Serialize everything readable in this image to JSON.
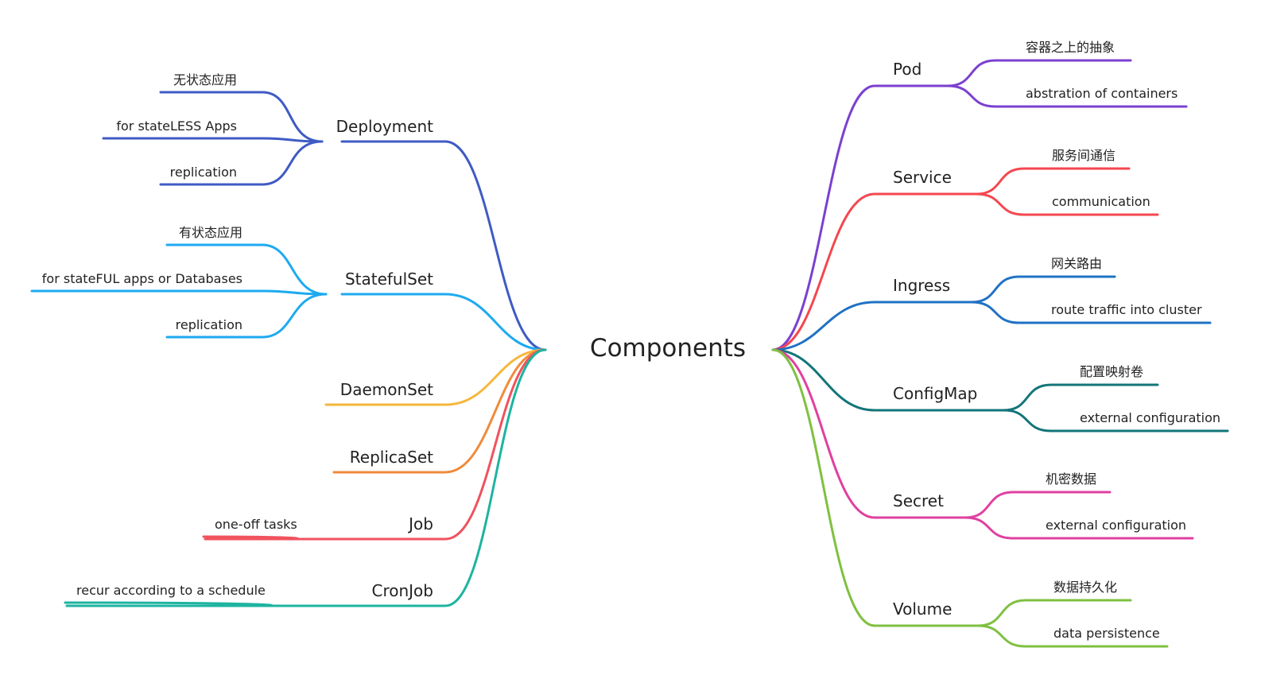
{
  "root": {
    "label": "Components"
  },
  "left_branches": [
    {
      "label": "Deployment",
      "color": "#3f5bc4",
      "children": [
        "无状态应用",
        "for stateLESS Apps",
        "replication"
      ]
    },
    {
      "label": "StatefulSet",
      "color": "#1eaaf0",
      "children": [
        "有状态应用",
        "for stateFUL apps or Databases",
        "replication"
      ]
    },
    {
      "label": "DaemonSet",
      "color": "#f6b73c",
      "children": []
    },
    {
      "label": "ReplicaSet",
      "color": "#f18a3a",
      "children": []
    },
    {
      "label": "Job",
      "color": "#f0525e",
      "children": [
        "one-off tasks"
      ]
    },
    {
      "label": "CronJob",
      "color": "#1db4a0",
      "children": [
        "recur according to a schedule"
      ]
    }
  ],
  "right_branches": [
    {
      "label": "Pod",
      "color": "#7b40d0",
      "children": [
        "容器之上的抽象",
        "abstration of containers"
      ]
    },
    {
      "label": "Service",
      "color": "#f4474f",
      "children": [
        "服务间通信",
        "communication"
      ]
    },
    {
      "label": "Ingress",
      "color": "#1f72c4",
      "children": [
        "网关路由",
        "route traffic into cluster"
      ]
    },
    {
      "label": "ConfigMap",
      "color": "#137579",
      "children": [
        "配置映射卷",
        "external configuration"
      ]
    },
    {
      "label": "Secret",
      "color": "#e040a0",
      "children": [
        "机密数据",
        "external configuration"
      ]
    },
    {
      "label": "Volume",
      "color": "#7fc040",
      "children": [
        "数据持久化",
        "data persistence"
      ]
    }
  ]
}
